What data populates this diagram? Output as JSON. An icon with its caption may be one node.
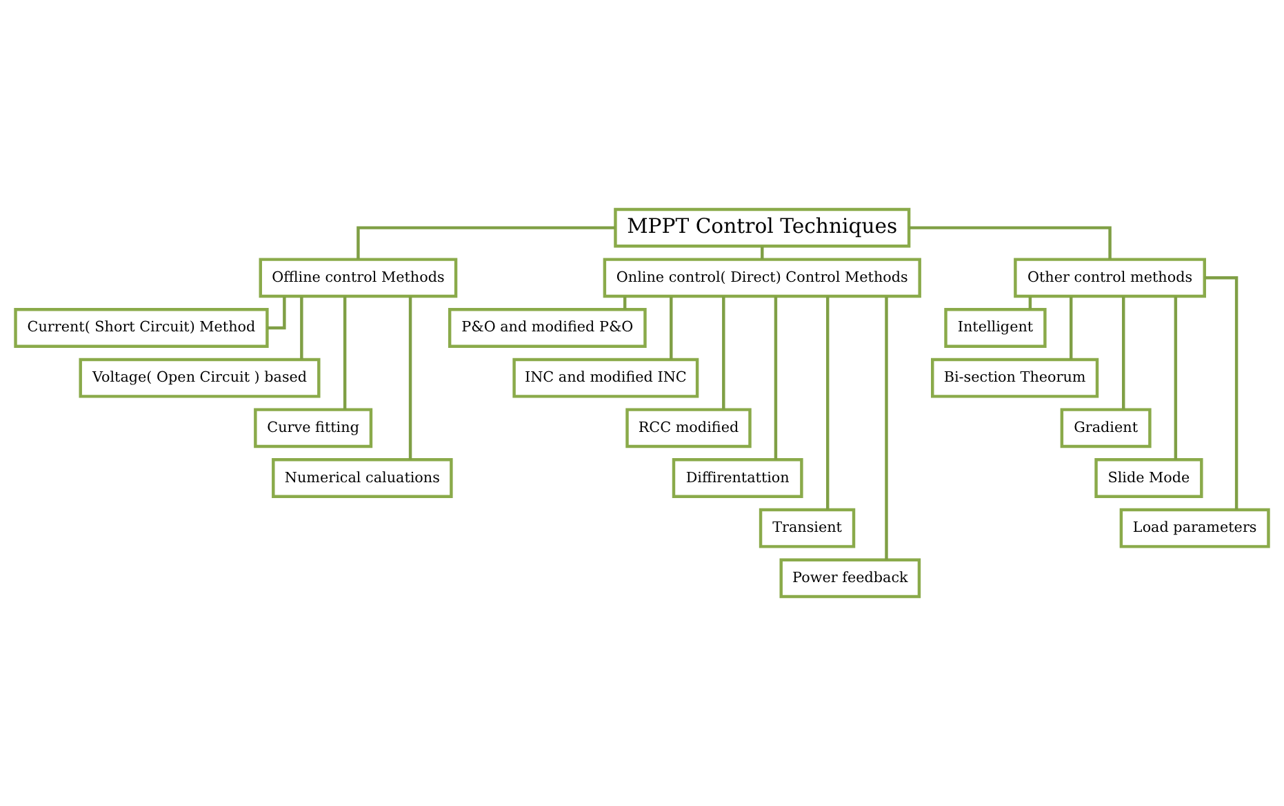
{
  "diagram": {
    "nodes": [
      {
        "text": [
          "MPPT Control Techniques"
        ]
      },
      {
        "text": [
          "Offline control Methods"
        ]
      },
      {
        "text": [
          "Online control( Direct) Control Methods"
        ]
      },
      {
        "text": [
          "Other control methods"
        ]
      },
      {
        "text": [
          "Current( Short Circuit) Method"
        ]
      },
      {
        "text": [
          "Voltage( Open Circuit ) based"
        ]
      },
      {
        "text": [
          "Curve fitting"
        ]
      },
      {
        "text": [
          "Numerical caluations"
        ]
      },
      {
        "text": [
          "P&O and modified P&O"
        ]
      },
      {
        "text": [
          "INC and modified INC"
        ]
      },
      {
        "text": [
          "RCC modified"
        ]
      },
      {
        "text": [
          "Diffirentattion"
        ]
      },
      {
        "text": [
          "Transient"
        ]
      },
      {
        "text": [
          "Power feedback"
        ]
      },
      {
        "text": [
          "Intelligent"
        ]
      },
      {
        "text": [
          "Bi-section Theorum"
        ]
      },
      {
        "text": [
          "Gradient"
        ]
      },
      {
        "text": [
          "Slide Mode"
        ]
      },
      {
        "text": [
          "Load parameters"
        ]
      }
    ],
    "edges": [
      {
        "from": 0,
        "to": 1,
        "arrow": "none"
      },
      {
        "from": 0,
        "to": 2,
        "arrow": "none"
      },
      {
        "from": 0,
        "to": 3,
        "arrow": "none"
      },
      {
        "from": 1,
        "to": 4,
        "arrow": "none"
      },
      {
        "from": 1,
        "to": 5,
        "arrow": "none"
      },
      {
        "from": 1,
        "to": 6,
        "arrow": "none"
      },
      {
        "from": 1,
        "to": 7,
        "arrow": "none"
      },
      {
        "from": 2,
        "to": 8,
        "arrow": "none"
      },
      {
        "from": 2,
        "to": 9,
        "arrow": "none"
      },
      {
        "from": 2,
        "to": 10,
        "arrow": "none"
      },
      {
        "from": 2,
        "to": 11,
        "arrow": "none"
      },
      {
        "from": 2,
        "to": 12,
        "arrow": "none"
      },
      {
        "from": 2,
        "to": 13,
        "arrow": "none"
      },
      {
        "from": 3,
        "to": 14,
        "arrow": "none"
      },
      {
        "from": 3,
        "to": 15,
        "arrow": "none"
      },
      {
        "from": 3,
        "to": 16,
        "arrow": "none"
      },
      {
        "from": 3,
        "to": 17,
        "arrow": "none"
      },
      {
        "from": 3,
        "to": 18,
        "arrow": "none"
      }
    ]
  }
}
